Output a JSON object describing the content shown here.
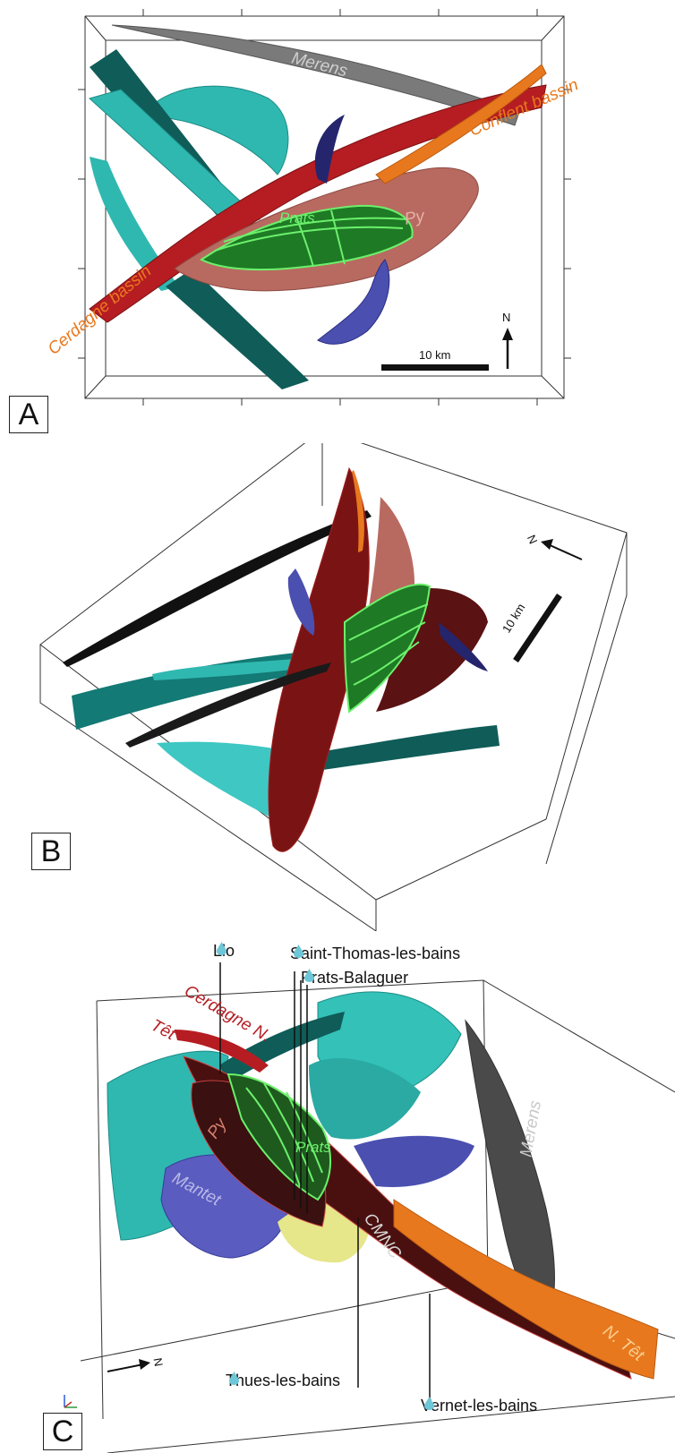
{
  "panels": {
    "a": {
      "letter": "A",
      "scale_label": "10 km",
      "north_label": "N"
    },
    "b": {
      "letter": "B",
      "scale_label": "10 km",
      "north_label": "N"
    },
    "c": {
      "letter": "C",
      "north_label": "N"
    }
  },
  "labels_a": {
    "merens": "Merens",
    "conflent": "Conflent bassin",
    "prats": "Prats",
    "py": "Py",
    "cerdagne": "Cerdagne bassin"
  },
  "labels_c": {
    "cerdagne_n": "Cerdagne N.",
    "tet": "Têt",
    "py": "Py",
    "prats": "Prats",
    "mantet": "Mantet",
    "cmnc": "CMNC",
    "merens": "Merens",
    "n_tet": "N. Têt"
  },
  "localities": {
    "llo": "Llo",
    "saint_thomas": "Saint-Thomas-les-bains",
    "prats_balaguer": "Prats-Balaguer",
    "thues": "Thues-les-bains",
    "vernet": "Vernet-les-bains"
  },
  "colors": {
    "turquoise": "#2fb8b0",
    "dark_teal": "#0f5c58",
    "red": "#b51d22",
    "dark_red": "#6e1414",
    "pink_brown": "#b86a60",
    "green": "#1e7a25",
    "bright_green": "#6cf06c",
    "blue": "#4a4fb0",
    "grey": "#7a7a7a",
    "orange": "#e8781e",
    "yellow": "#e6e68a",
    "water_drop": "#6cc7d8"
  }
}
